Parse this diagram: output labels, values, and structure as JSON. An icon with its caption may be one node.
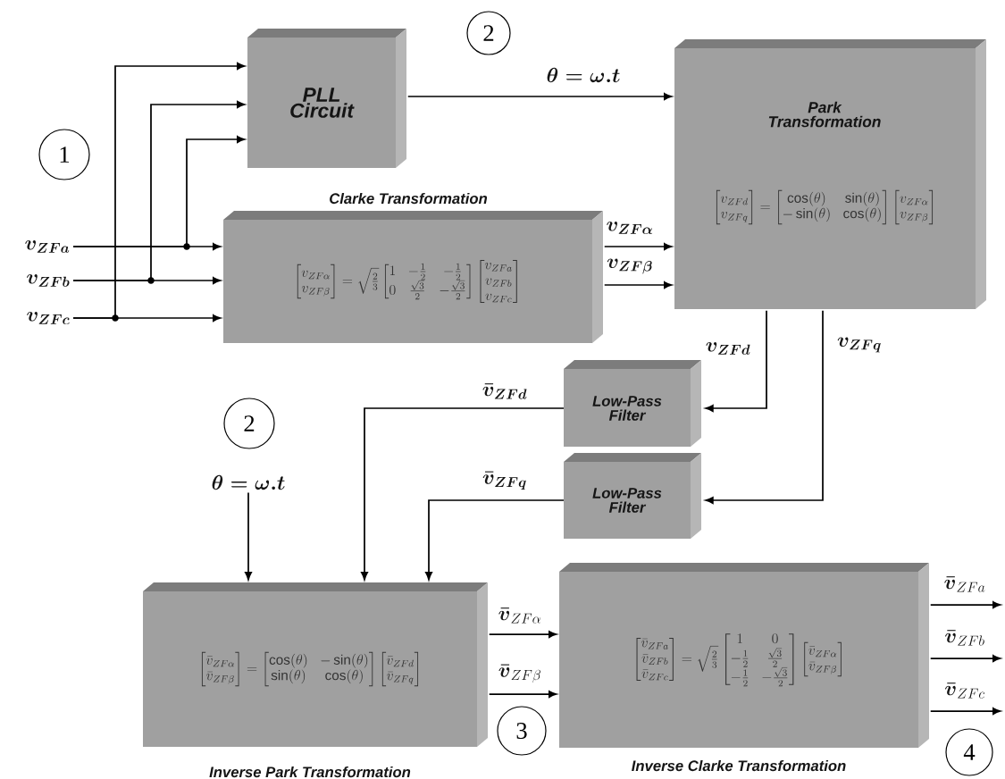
{
  "diagram": {
    "nodes": [
      {
        "text": [
          "\\boldsymbol{v_{ZFa}}"
        ]
      },
      {
        "text": [
          "\\boldsymbol{v_{ZFb}}"
        ]
      },
      {
        "text": [
          "\\boldsymbol{v_{ZFc}}"
        ]
      },
      {
        "text": [
          "PLL Circuit"
        ]
      },
      {
        "text": [
          "Clarke Transformation",
          "\\begin{bmatrix} v_{ZF\\alpha} \\\\ v_{ZF\\beta} \\end{bmatrix} = \\sqrt{\\frac{2}{3}} \\begin{bmatrix} 1 & -\\frac{1}{2} & -\\frac{1}{2} \\\\ 0 & \\frac{\\sqrt{3}}{2} & -\\frac{\\sqrt{3}}{2} \\end{bmatrix} \\begin{bmatrix} v_{ZFa} \\\\ v_{ZFb} \\\\ v_{ZFc} \\end{bmatrix}"
        ]
      },
      {
        "text": [
          "Park Transformation",
          "\\begin{bmatrix} v_{ZFd} \\\\ v_{ZFq} \\end{bmatrix} = \\begin{bmatrix} \\cos(\\theta) & \\sin(\\theta) \\\\ -\\sin(\\theta) & \\cos(\\theta) \\end{bmatrix} \\begin{bmatrix} v_{ZF\\alpha} \\\\ v_{ZF\\beta} \\end{bmatrix}"
        ]
      },
      {
        "text": [
          "Low-Pass Filter"
        ]
      },
      {
        "text": [
          "Low-Pass Filter"
        ]
      },
      {
        "text": [
          "\\begin{bmatrix} \\bar{v}_{ZF\\alpha} \\\\ \\bar{v}_{ZF\\beta} \\end{bmatrix} = \\begin{bmatrix} \\cos(\\theta) & -\\sin(\\theta) \\\\ \\sin(\\theta) & \\cos(\\theta) \\end{bmatrix} \\begin{bmatrix} \\bar{v}_{ZFd} \\\\ \\bar{v}_{ZFq} \\end{bmatrix}",
          "Inverse Park Transformation"
        ]
      },
      {
        "text": [
          "\\begin{bmatrix} \\bar{v}_{ZFa} \\\\ \\bar{v}_{ZFb} \\\\ \\bar{v}_{ZFc} \\end{bmatrix} = \\sqrt{\\frac{2}{3}} \\begin{bmatrix} 1 & 0 \\\\ -\\frac{1}{2} & \\frac{\\sqrt{3}}{2} \\\\ -\\frac{1}{2} & -\\frac{\\sqrt{3}}{2} \\end{bmatrix} \\begin{bmatrix} \\bar{v}_{ZF\\alpha} \\\\ \\bar{v}_{ZF\\beta} \\end{bmatrix}",
          "Inverse Clarke Transformation"
        ]
      },
      {
        "text": [
          "\\boldsymbol{\\theta = \\omega.t}"
        ]
      },
      {
        "text": [
          "1"
        ]
      },
      {
        "text": [
          "2"
        ]
      },
      {
        "text": [
          "2"
        ]
      },
      {
        "text": [
          "3"
        ]
      },
      {
        "text": [
          "4"
        ]
      }
    ],
    "edges": [
      {
        "from": 0,
        "to": 4,
        "arrow": "to"
      },
      {
        "from": 1,
        "to": 4,
        "arrow": "to"
      },
      {
        "from": 2,
        "to": 4,
        "arrow": "to"
      },
      {
        "from": 0,
        "to": 3,
        "arrow": "to"
      },
      {
        "from": 1,
        "to": 3,
        "arrow": "to"
      },
      {
        "from": 2,
        "to": 3,
        "arrow": "to"
      },
      {
        "from": 3,
        "to": 5,
        "arrow": "to",
        "label": "\\boldsymbol{\\theta = \\omega.t}"
      },
      {
        "from": 4,
        "to": 5,
        "arrow": "to",
        "label": "\\boldsymbol{v_{ZF\\alpha}}"
      },
      {
        "from": 4,
        "to": 5,
        "arrow": "to",
        "label": "\\boldsymbol{v_{ZF\\beta}}"
      },
      {
        "from": 5,
        "to": 6,
        "arrow": "to",
        "label": "\\boldsymbol{v_{ZFd}}"
      },
      {
        "from": 5,
        "to": 7,
        "arrow": "to",
        "label": "\\boldsymbol{v_{ZFq}}"
      },
      {
        "from": 6,
        "to": 8,
        "arrow": "to",
        "label": "\\boldsymbol{\\bar{v}_{ZFd}}"
      },
      {
        "from": 7,
        "to": 8,
        "arrow": "to",
        "label": "\\boldsymbol{\\bar{v}_{ZFq}}"
      },
      {
        "from": 10,
        "to": 8,
        "arrow": "to"
      },
      {
        "from": 8,
        "to": 9,
        "arrow": "to",
        "label": "\\boldsymbol{\\bar{v}}_{ZF\\alpha}"
      },
      {
        "from": 8,
        "to": 9,
        "arrow": "to",
        "label": "\\boldsymbol{\\bar{v}}_{ZF\\beta}"
      },
      {
        "from": 9,
        "to": null,
        "arrow": "to",
        "label": "\\boldsymbol{\\bar{v}}_{ZFa}"
      },
      {
        "from": 9,
        "to": null,
        "arrow": "to",
        "label": "\\boldsymbol{\\bar{v}}_{ZFb}"
      },
      {
        "from": 9,
        "to": null,
        "arrow": "to",
        "label": "\\boldsymbol{\\bar{v}}_{ZFc}"
      }
    ]
  }
}
